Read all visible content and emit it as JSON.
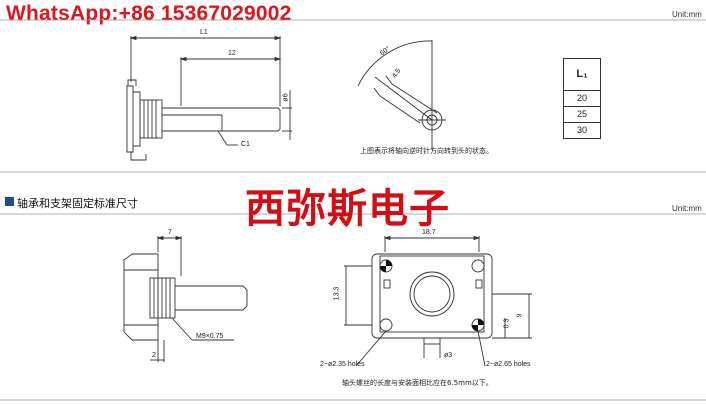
{
  "watermark": "WhatsApp:+86 15367029002",
  "stamp": "西弥斯电子",
  "top_panel": {
    "unit": "Unit:mm",
    "dims": {
      "L1": "L1",
      "d12": "12",
      "phi6": "ø6",
      "c1": "C1",
      "angle": "60°",
      "d45": "4.5"
    },
    "note": "上图表示将轴向逆时针方向转到头的状态。",
    "table": {
      "header": "L₁",
      "rows": [
        "20",
        "25",
        "30"
      ]
    }
  },
  "bottom_panel": {
    "title": "轴承和支架固定标准尺寸",
    "unit": "Unit:mm",
    "dims": {
      "d7": "7",
      "thread": "M9×0.75",
      "d2": "2",
      "d187": "18.7",
      "d133": "13.3",
      "d9": "9",
      "d03": "0.3",
      "phi3": "ø3"
    },
    "holes_left": "2−ø2.35 holes",
    "holes_right": "2−ø2.65 holes",
    "note": "轴头螺丝的长度与安装面相比应在6.5mm以下。"
  },
  "colors": {
    "watermark": "#e0141a",
    "stamp": "#d40c13",
    "section_marker": "#1f4e8c",
    "line": "#333333"
  }
}
